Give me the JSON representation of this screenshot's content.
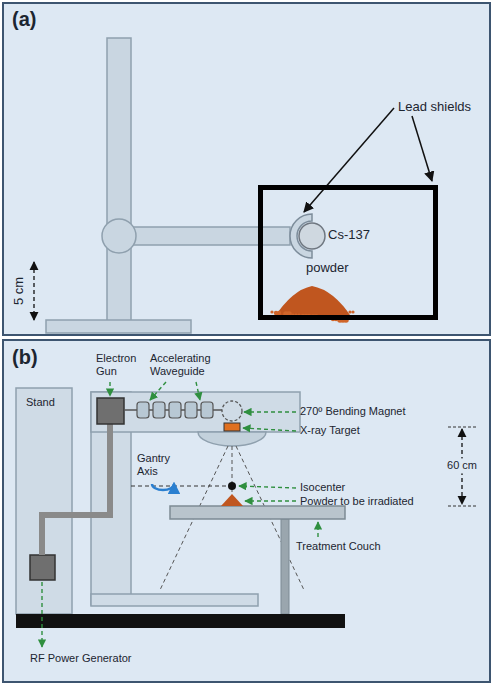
{
  "diagram": {
    "nodes": [
      {
        "text": [
          "(a)"
        ]
      },
      {
        "text": [
          "(b)"
        ]
      },
      {
        "text": [
          "Cs-137",
          "powder"
        ],
        "in": 0
      },
      {
        "text": [
          "Stand"
        ],
        "in": 1
      }
    ],
    "labels": [
      "Lead shields",
      "5 cm",
      "Electron Gun",
      "Accelerating Waveguide",
      "270º Bending Magnet",
      "X-ray Target",
      "Gantry Axis",
      "Isocenter",
      "Powder to be irradiated",
      "Treatment Couch",
      "RF Power Generator",
      "60 cm"
    ]
  }
}
